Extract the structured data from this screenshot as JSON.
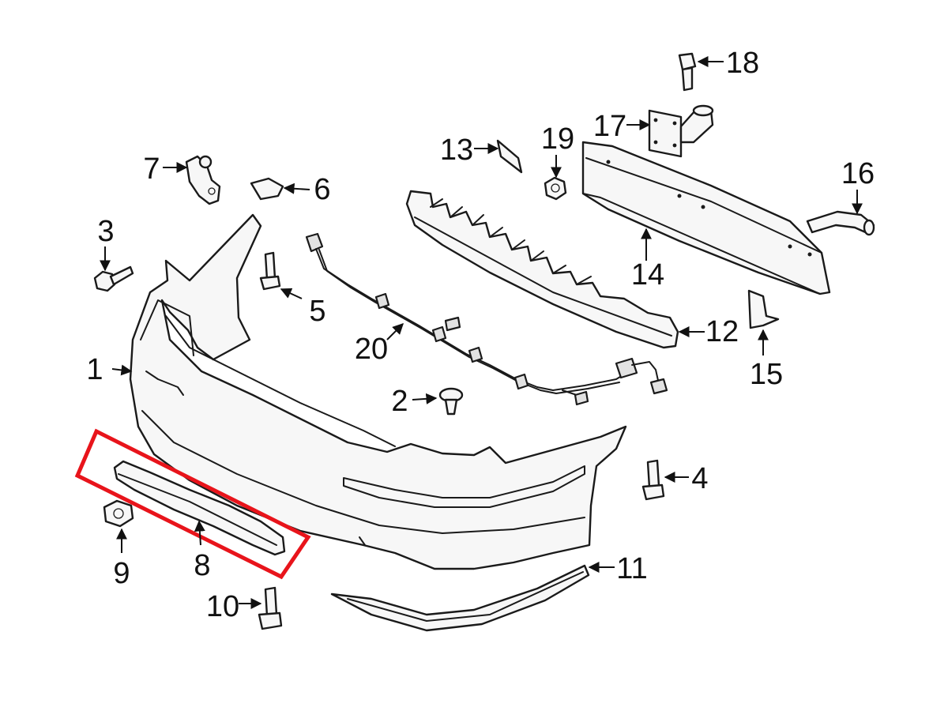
{
  "callouts": {
    "c1": "1",
    "c2": "2",
    "c3": "3",
    "c4": "4",
    "c5": "5",
    "c6": "6",
    "c7": "7",
    "c8": "8",
    "c9": "9",
    "c10": "10",
    "c11": "11",
    "c12": "12",
    "c13": "13",
    "c14": "14",
    "c15": "15",
    "c16": "16",
    "c17": "17",
    "c18": "18",
    "c19": "19",
    "c20": "20"
  },
  "colors": {
    "highlight": "#e8141b",
    "line": "#1a1a1a",
    "background": "#ffffff"
  },
  "highlighted_part": "8"
}
